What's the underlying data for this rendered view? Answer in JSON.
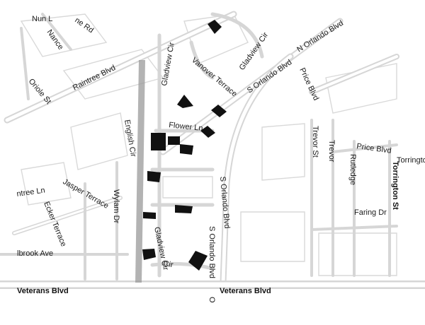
{
  "map": {
    "streets": {
      "nun": "Nun L",
      "ne_rd": "ne Rd",
      "nance": "Nance",
      "oriole_st": "Oriole St",
      "raintree_blvd": "Raintree Blvd",
      "gladview_cir_north": "Gladview Cir",
      "gladview_cir_ne": "Gladview Cir",
      "vanover_terrace": "Vanover Terrace",
      "n_orlando_blvd": "N Orlando Blvd",
      "s_orlando_blvd_upper": "S Orlando Blvd",
      "price_blvd_upper": "Price Blvd",
      "english_cir": "English Cir",
      "flower_ln": "Flower Ln",
      "trevor_st": "Trevor St",
      "trevor": "Trevor",
      "price_blvd_right": "Price Blvd",
      "rutledge": "Rutledge",
      "torrington_st": "Torrington St",
      "s_orlando_blvd_mid": "S Orlando Blvd",
      "faring_dr": "Faring Dr",
      "ntree_ln": "ntree Ln",
      "jasper_terrace": "Jasper Terrace",
      "wylam_dr": "Wylam Dr",
      "ecker_terrace": "Ecker Terrace",
      "s_orlando_blvd_lower": "S Orlando Blvd",
      "gladview_cir_lower": "Gladview Cir",
      "lbrook_ave": "lbrook Ave",
      "cir": "Cir",
      "veterans_blvd_left": "Veterans Blvd",
      "veterans_blvd_right": "Veterans Blvd",
      "o_fragment": "O",
      "torrington_fragment": "Torringto"
    },
    "colors": {
      "road": "#d6d6d6",
      "highlighted_lot": "#111111",
      "canal": "#9a9a9a"
    }
  }
}
